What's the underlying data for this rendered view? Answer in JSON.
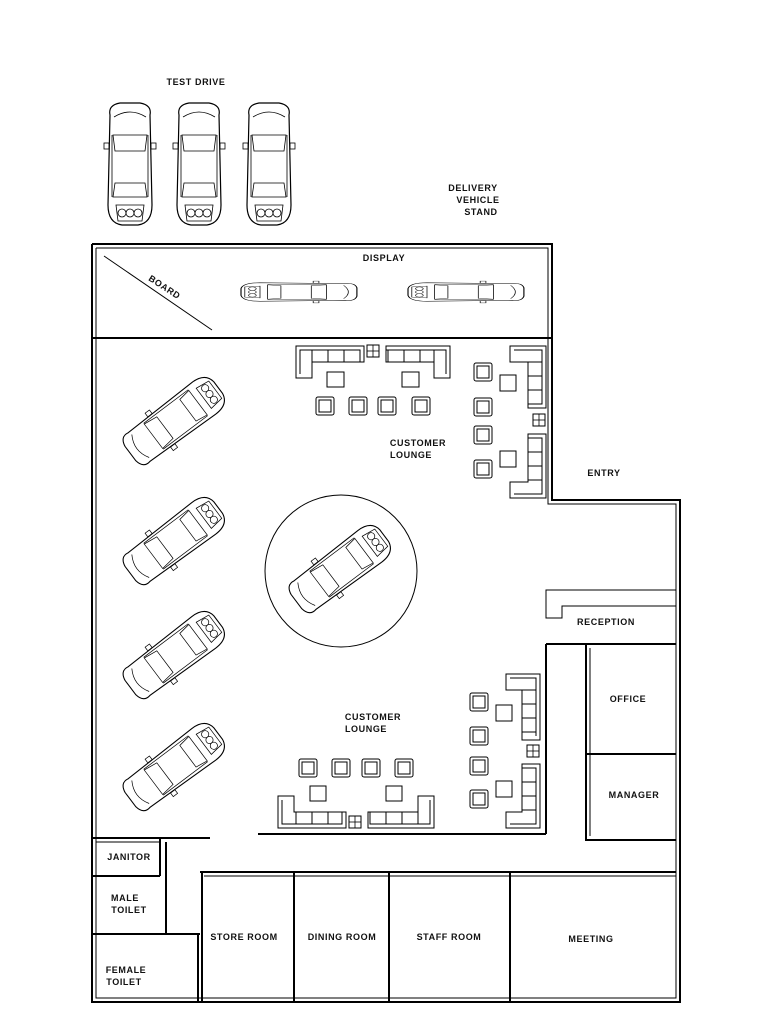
{
  "plan": {
    "labels": {
      "test_drive": "TEST DRIVE",
      "delivery_1": "DELIVERY",
      "delivery_2": "VEHICLE",
      "delivery_3": "STAND",
      "display": "DISPLAY",
      "board": "BOARD",
      "lounge_top_1": "CUSTOMER",
      "lounge_top_2": "LOUNGE",
      "entry": "ENTRY",
      "reception": "RECEPTION",
      "office": "OFFICE",
      "manager": "MANAGER",
      "lounge_bottom_1": "CUSTOMER",
      "lounge_bottom_2": "LOUNGE",
      "janitor": "JANITOR",
      "male_1": "MALE",
      "male_2": "TOILET",
      "female_1": "FEMALE",
      "female_2": "TOILET",
      "store_room": "STORE ROOM",
      "dining_room": "DINING ROOM",
      "staff_room": "STAFF ROOM",
      "meeting": "MEETING"
    }
  }
}
